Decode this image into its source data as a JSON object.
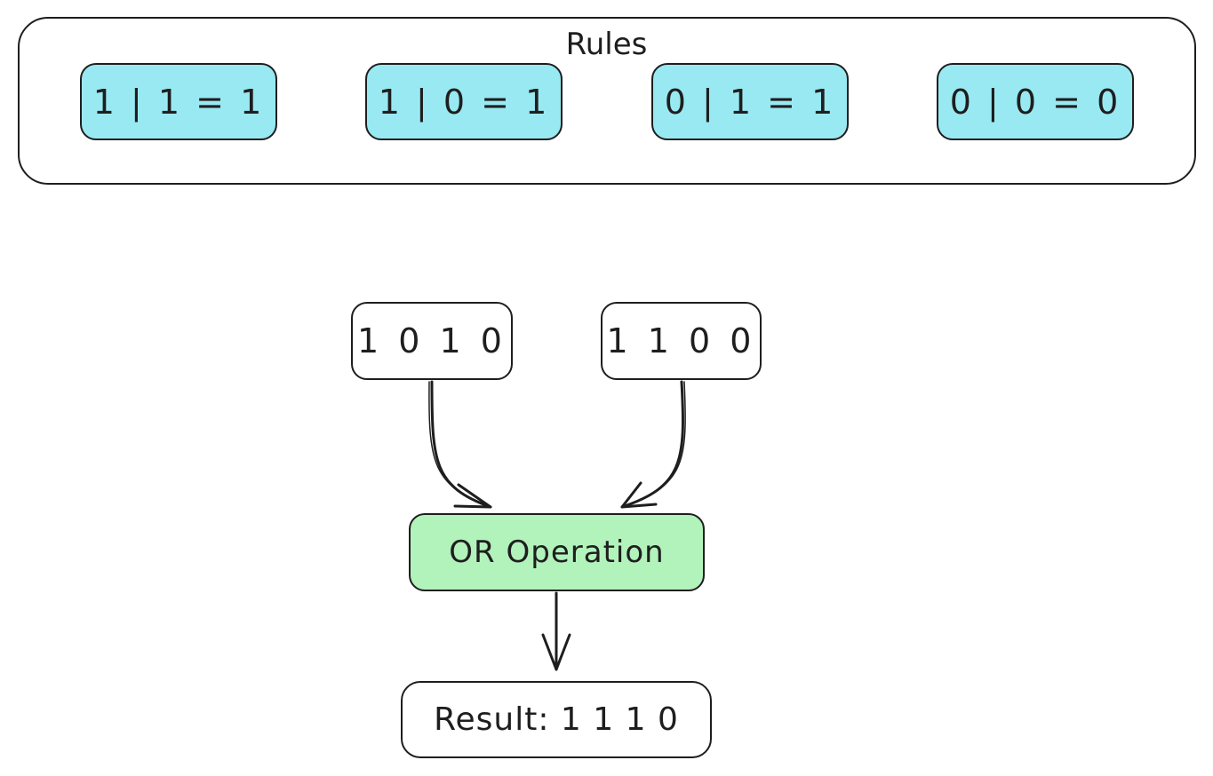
{
  "rules": {
    "title": "Rules",
    "items": [
      {
        "label": "1 | 1 = 1"
      },
      {
        "label": "1 | 0 = 1"
      },
      {
        "label": "0 | 1 = 1"
      },
      {
        "label": "0 | 0 = 0"
      }
    ]
  },
  "inputs": {
    "a": "1 0 1 0",
    "b": "1 1 0 0"
  },
  "operation": {
    "label": "OR Operation"
  },
  "result": {
    "label": "Result: 1 1 1 0"
  },
  "colors": {
    "rule_fill": "#99e9f2",
    "operation_fill": "#b2f2bb",
    "stroke": "#1e1e1e"
  }
}
